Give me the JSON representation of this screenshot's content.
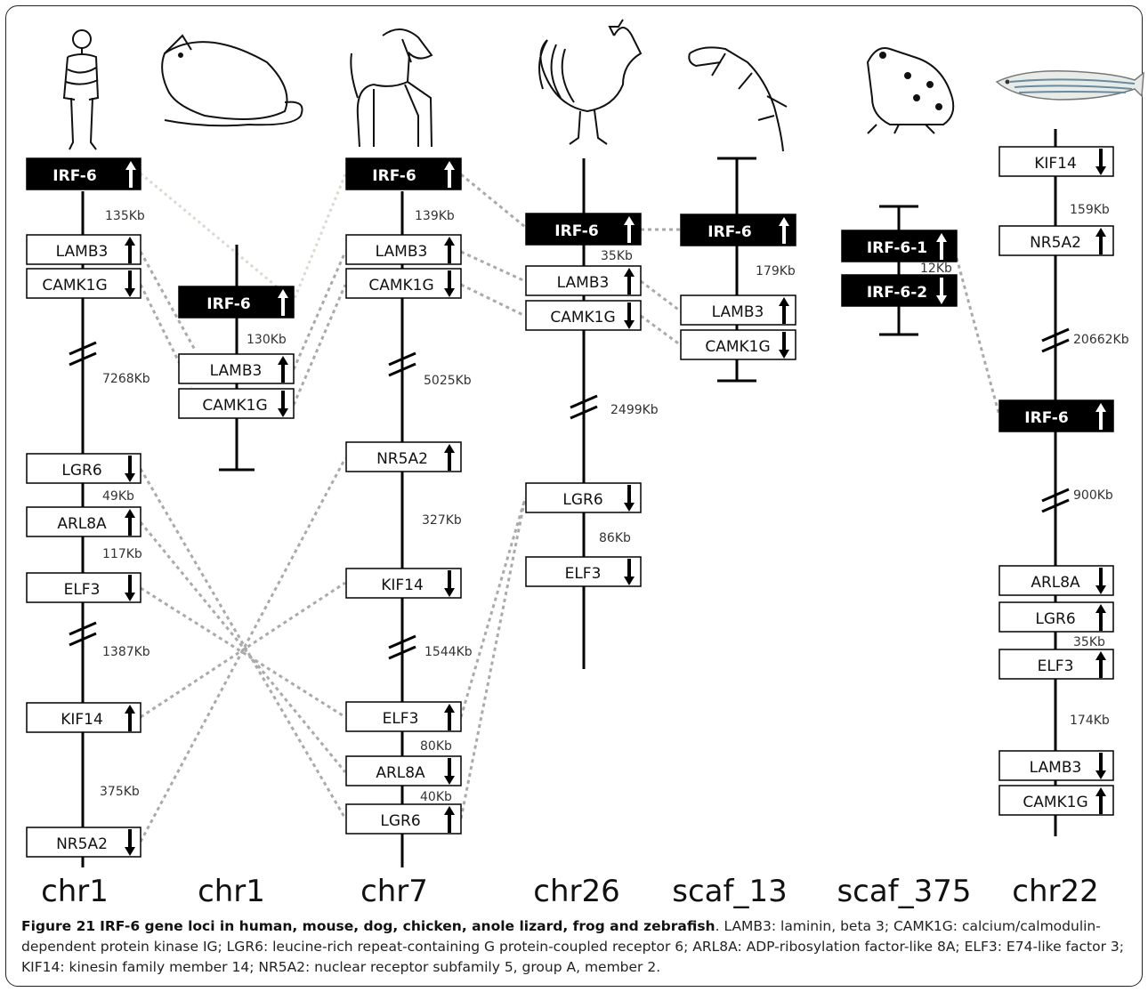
{
  "figure": {
    "caption_label": "Figure 21",
    "caption_title": "IRF-6 gene loci in human, mouse, dog, chicken, anole lizard, frog and zebrafish",
    "caption_text": ". LAMB3: laminin, beta 3; CAMK1G: calcium/calmodulin-dependent protein kinase IG; LGR6: leucine-rich repeat-containing G protein-coupled receptor 6; ARL8A: ADP-ribosylation factor-like 8A; ELF3: E74-like factor 3; KIF14: kinesin family member 14; NR5A2: nuclear receptor subfamily 5, group A, member 2."
  },
  "organisms": [
    {
      "name": "human",
      "chromosome": "chr1"
    },
    {
      "name": "mouse",
      "chromosome": "chr1"
    },
    {
      "name": "dog",
      "chromosome": "chr7"
    },
    {
      "name": "chicken",
      "chromosome": "chr26"
    },
    {
      "name": "anole lizard",
      "chromosome": "scaf_13"
    },
    {
      "name": "frog",
      "chromosome": "scaf_375"
    },
    {
      "name": "zebrafish",
      "chromosome": "chr22"
    }
  ],
  "genes": {
    "irf6": "IRF-6",
    "lamb3": "LAMB3",
    "camk1g": "CAMK1G",
    "lgr6": "LGR6",
    "arl8a": "ARL8A",
    "elf3": "ELF3",
    "kif14": "KIF14",
    "nr5a2": "NR5A2",
    "irf6_1": "IRF-6-1",
    "irf6_2": "IRF-6-2"
  },
  "distances": {
    "human": [
      "135Kb",
      "7268Kb",
      "49Kb",
      "117Kb",
      "1387Kb",
      "375Kb"
    ],
    "mouse": [
      "130Kb"
    ],
    "dog": [
      "139Kb",
      "5025Kb",
      "327Kb",
      "1544Kb",
      "80Kb",
      "40Kb"
    ],
    "chicken": [
      "35Kb",
      "2499Kb",
      "86Kb"
    ],
    "lizard": [
      "179Kb"
    ],
    "frog": [
      "12Kb"
    ],
    "zebrafish": [
      "159Kb",
      "20662Kb",
      "900Kb",
      "35Kb",
      "174Kb"
    ]
  },
  "colors": {
    "highlight_box": "#000000",
    "connector": "#aaaaaa"
  }
}
